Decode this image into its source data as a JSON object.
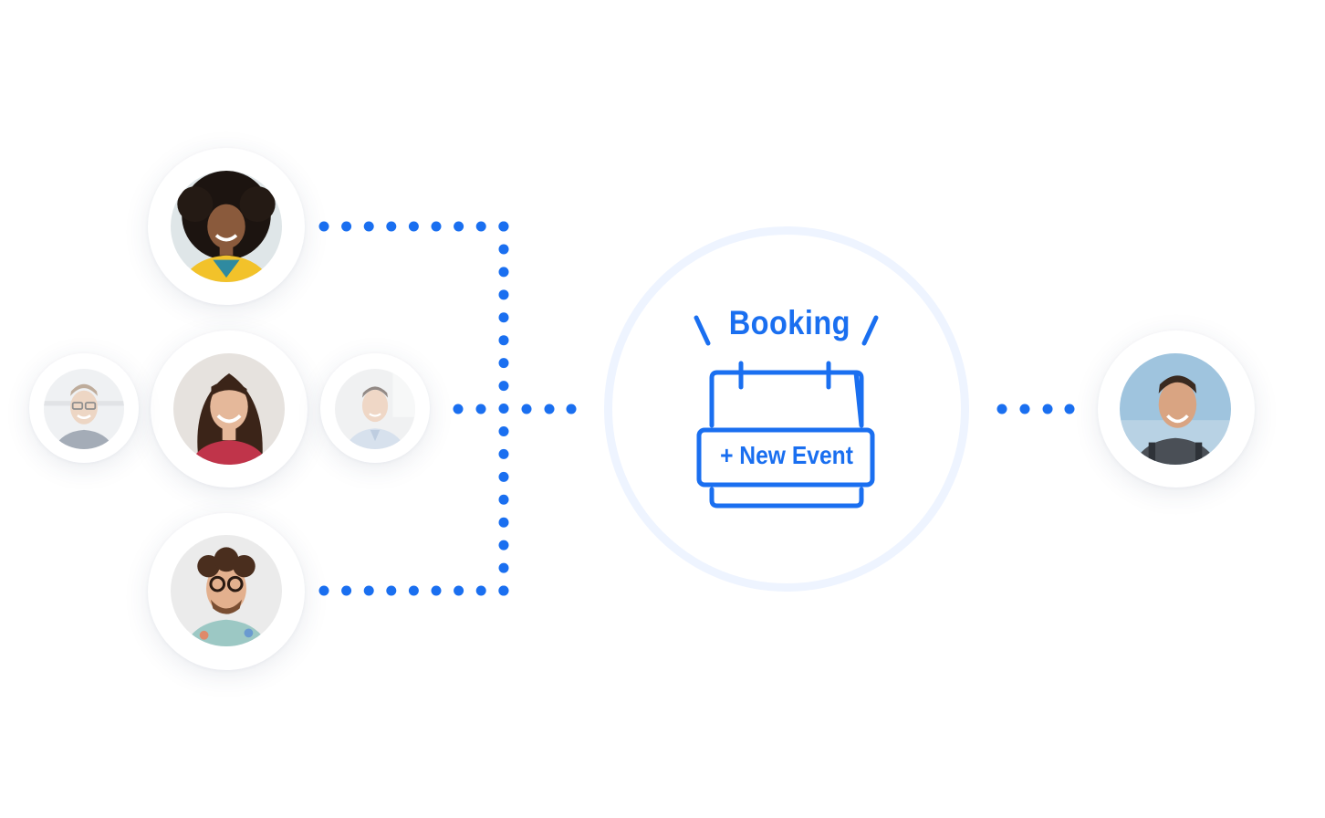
{
  "booking": {
    "title": "Booking",
    "action_label": "+ New Event"
  },
  "colors": {
    "accent": "#1a6ff0",
    "hub_ring": "#eef4ff"
  },
  "participants": [
    {
      "id": "woman-curly-hair"
    },
    {
      "id": "woman-long-hair"
    },
    {
      "id": "man-glasses-left"
    },
    {
      "id": "man-collared-shirt"
    },
    {
      "id": "man-curly-hair-glasses"
    },
    {
      "id": "man-smiling-right"
    }
  ]
}
